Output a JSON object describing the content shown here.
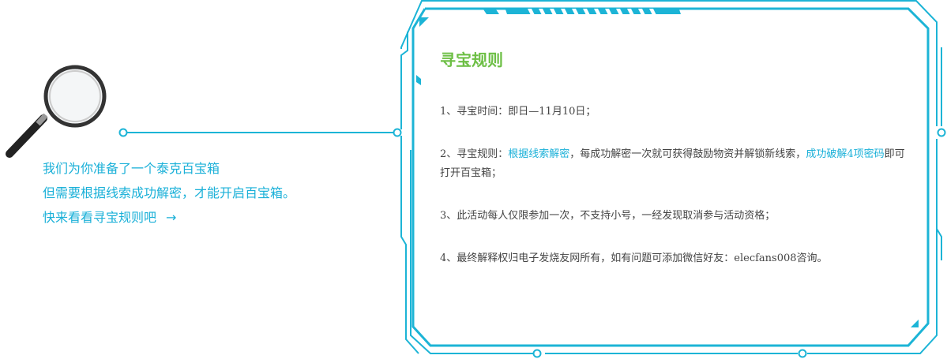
{
  "colors": {
    "accent": "#1ab0d8",
    "title": "#6dbf45",
    "text": "#444444"
  },
  "intro": {
    "line1": "我们为你准备了一个泰克百宝箱",
    "line2": "但需要根据线索成功解密，才能开启百宝箱。",
    "line3": "快来看看寻宝规则吧",
    "arrow": "→"
  },
  "panel": {
    "title": "寻宝规则",
    "rules": [
      {
        "text": "1、寻宝时间：即日—11月10日；"
      },
      {
        "pre": "2、寻宝规则：",
        "hl1": "根据线索解密",
        "mid": "，每成功解密一次就可获得鼓励物资并解锁新线索，",
        "hl2": "成功破解4项密码",
        "post": "即可打开百宝箱；"
      },
      {
        "text": "3、此活动每人仅限参加一次，不支持小号，一经发现取消参与活动资格；"
      },
      {
        "text": "4、最终解释权归电子发烧友网所有，如有问题可添加微信好友：elecfans008咨询。"
      }
    ]
  }
}
